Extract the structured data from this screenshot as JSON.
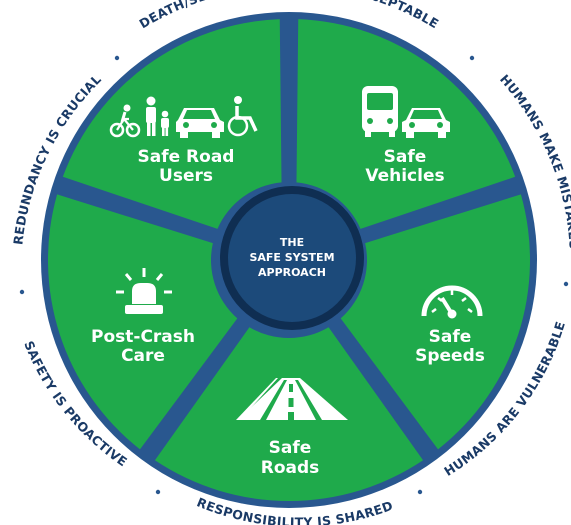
{
  "colors": {
    "segment_green": "#1faa4b",
    "divider_blue": "#29578f",
    "hub_blue": "#1c4a7a",
    "hub_ring": "#0f2e52",
    "ring_text": "#1a3a66",
    "icon_white": "#ffffff"
  },
  "hub": {
    "line1": "THE",
    "line2": "SAFE SYSTEM",
    "line3": "APPROACH"
  },
  "segments": [
    {
      "line1": "Safe Road",
      "line2": "Users",
      "icon": "road-users-icon"
    },
    {
      "line1": "Safe",
      "line2": "Vehicles",
      "icon": "vehicles-icon"
    },
    {
      "line1": "Safe",
      "line2": "Speeds",
      "icon": "speedometer-icon"
    },
    {
      "line1": "Safe",
      "line2": "Roads",
      "icon": "road-icon"
    },
    {
      "line1": "Post-Crash",
      "line2": "Care",
      "icon": "siren-icon"
    }
  ],
  "principles": [
    "DEATH/SERIOUS INJURY IS UNACCEPTABLE",
    "HUMANS MAKE MISTAKES",
    "HUMANS ARE VULNERABLE",
    "RESPONSIBILITY IS SHARED",
    "SAFETY IS PROACTIVE",
    "REDUNDANCY IS CRUCIAL"
  ]
}
